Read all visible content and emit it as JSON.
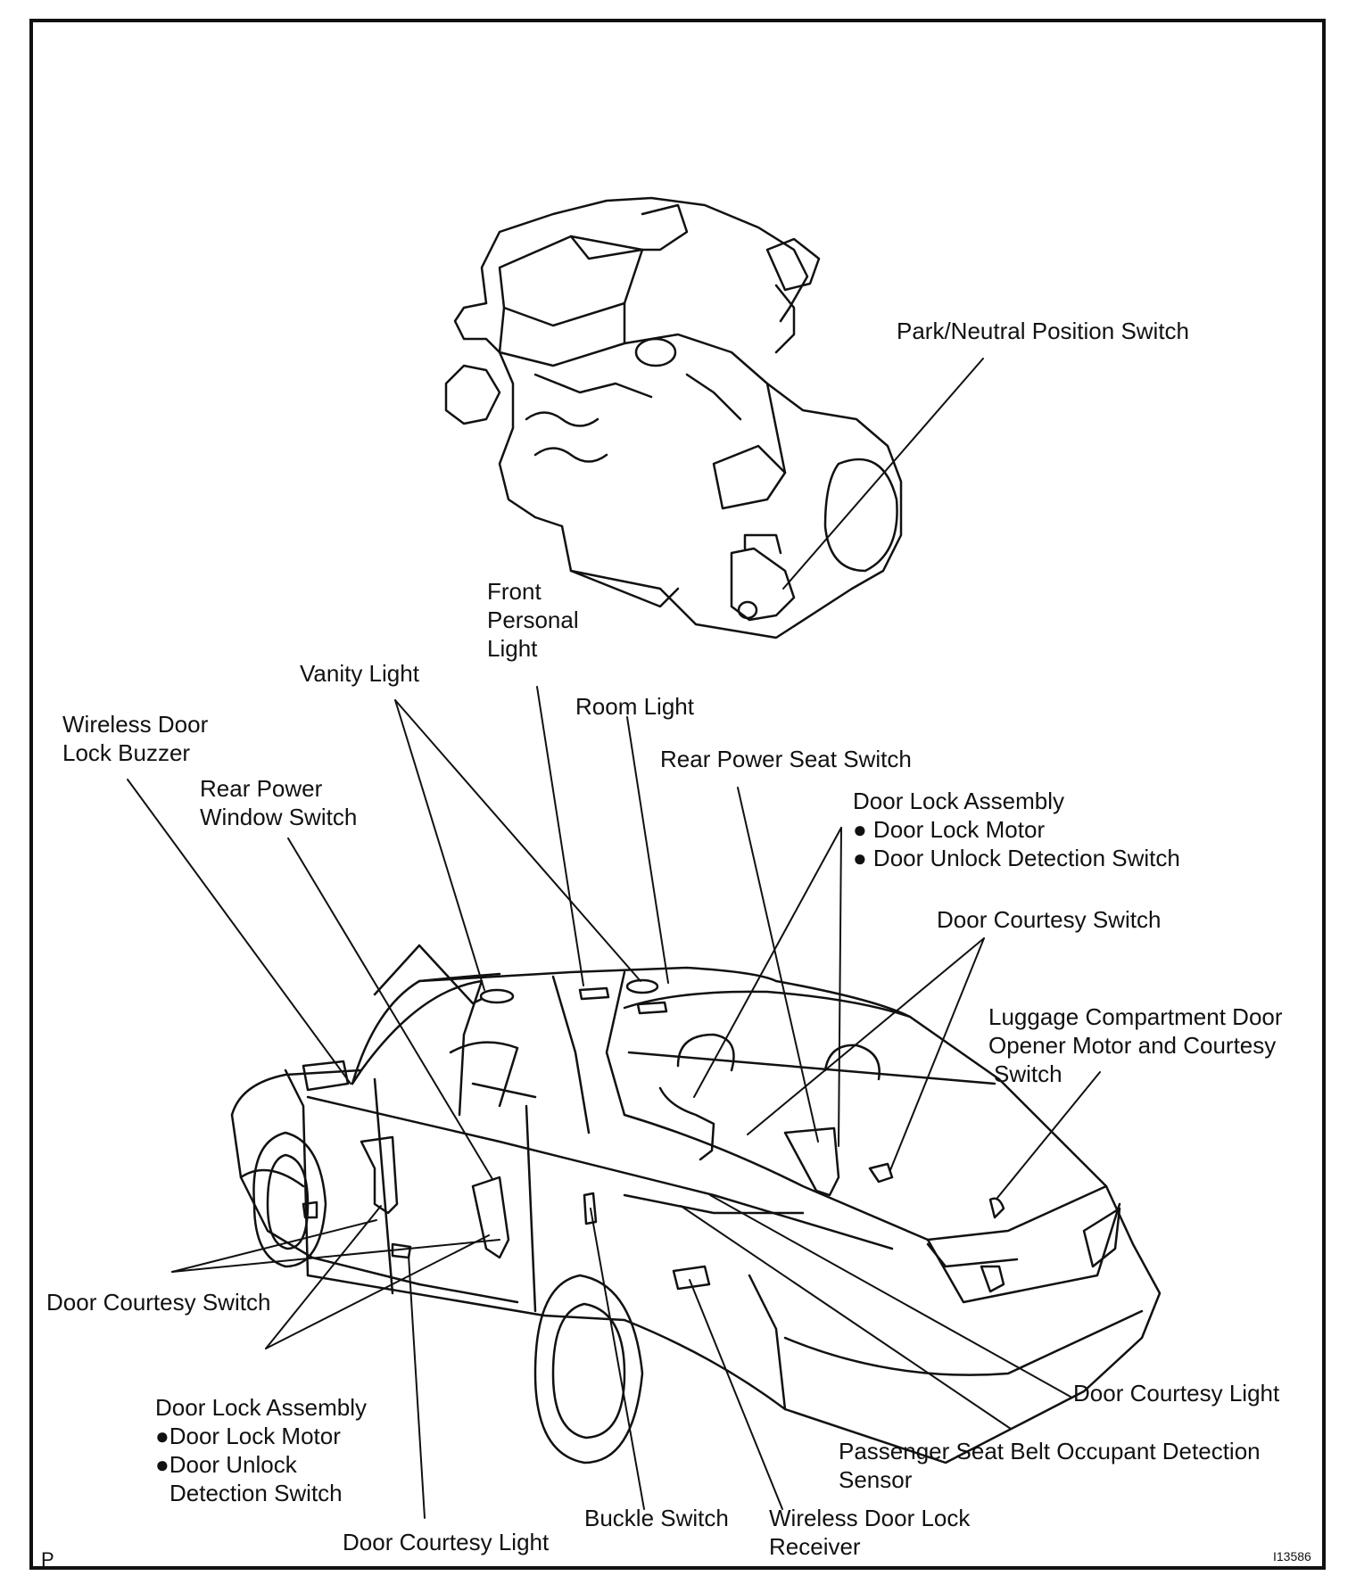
{
  "labels": {
    "park_neutral": "Park/Neutral Position Switch",
    "front_personal_1": "Front",
    "front_personal_2": "Personal",
    "front_personal_3": "Light",
    "vanity_light": "Vanity Light",
    "room_light": "Room Light",
    "wireless_buzzer_1": "Wireless Door",
    "wireless_buzzer_2": "Lock Buzzer",
    "rear_power_window_1": "Rear Power",
    "rear_power_window_2": "Window Switch",
    "rear_power_seat": "Rear Power Seat Switch",
    "dla_rear_1": "Door Lock Assembly",
    "dla_rear_2": "● Door Lock Motor",
    "dla_rear_3": "● Door Unlock Detection Switch",
    "door_courtesy_switch_right": "Door Courtesy Switch",
    "luggage_1": "Luggage Compartment Door",
    "luggage_2": "Opener Motor and Courtesy",
    "luggage_3": "Switch",
    "door_courtesy_switch_left": "Door Courtesy Switch",
    "dla_front_1": "Door Lock Assembly",
    "dla_front_2": "●Door Lock Motor",
    "dla_front_3": "●Door Unlock",
    "dla_front_4": "Detection Switch",
    "door_courtesy_light_right": "Door Courtesy Light",
    "passenger_seat_1": "Passenger Seat Belt Occupant Detection",
    "passenger_seat_2": "Sensor",
    "buckle_switch": "Buckle Switch",
    "wireless_receiver_1": "Wireless  Door  Lock",
    "wireless_receiver_2": "Receiver",
    "door_courtesy_light_bottom": "Door Courtesy Light"
  },
  "corner_mark": "P",
  "figure_id": "I13586"
}
